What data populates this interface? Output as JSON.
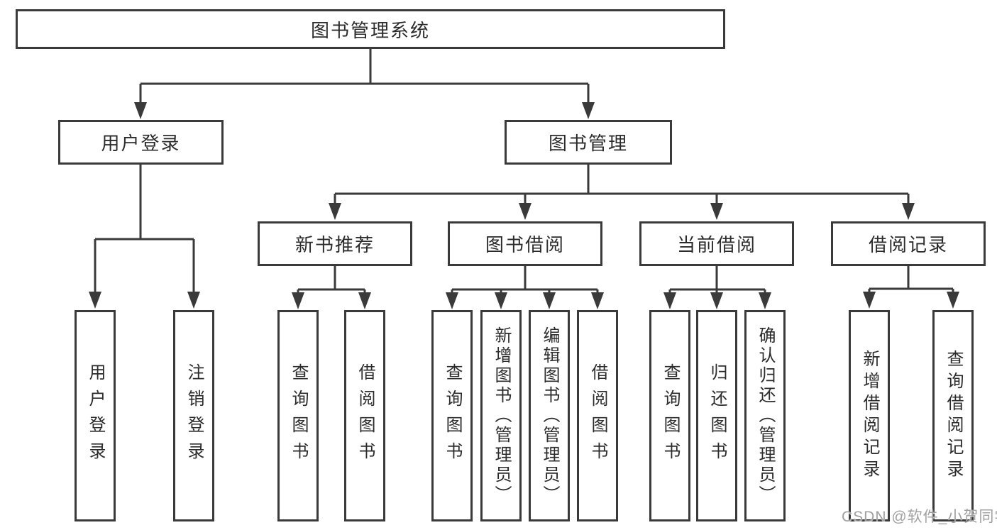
{
  "root": {
    "label": "图书管理系统"
  },
  "user_login": {
    "label": "用户登录",
    "children": [
      {
        "label": "用户登录"
      },
      {
        "label": "注销登录"
      }
    ]
  },
  "book_mgmt": {
    "label": "图书管理"
  },
  "new_book": {
    "label": "新书推荐",
    "children": [
      {
        "label": "查询图书"
      },
      {
        "label": "借阅图书"
      }
    ]
  },
  "book_borrow": {
    "label": "图书借阅",
    "children": [
      {
        "label": "查询图书"
      },
      {
        "label": "新增图书（管理员）"
      },
      {
        "label": "编辑图书（管理员）"
      },
      {
        "label": "借阅图书"
      }
    ]
  },
  "current_borrow": {
    "label": "当前借阅",
    "children": [
      {
        "label": "查询图书"
      },
      {
        "label": "归还图书"
      },
      {
        "label": "确认归还（管理员）"
      }
    ]
  },
  "borrow_records": {
    "label": "借阅记录",
    "children": [
      {
        "label": "新增借阅记录"
      },
      {
        "label": "查询借阅记录"
      }
    ]
  },
  "watermark": "CSDN @软件_小贺同学",
  "colors": {
    "line": "#3a3a3a",
    "text": "#2b2b2b",
    "box_background": "#ffffff",
    "watermark": "#a0a0a0",
    "background": "#ffffff"
  }
}
